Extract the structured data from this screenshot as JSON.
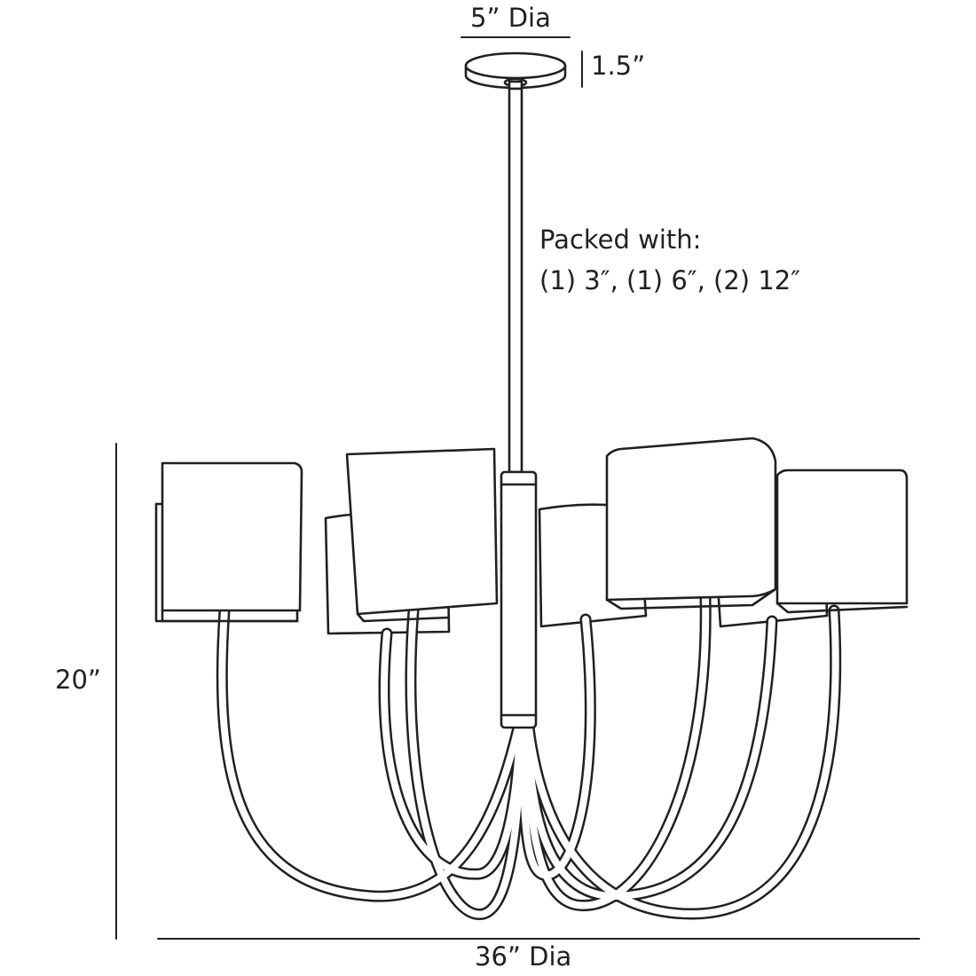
{
  "dimensions": {
    "canopy_diameter": "5” Dia",
    "canopy_height": "1.5”",
    "overall_height": "20”",
    "overall_diameter": "36” Dia"
  },
  "notes": {
    "packed_title": "Packed with:",
    "packed_rods": "(1) 3″, (1) 6″, (2) 12″"
  },
  "colors": {
    "line": "#231f20",
    "background": "#ffffff"
  }
}
